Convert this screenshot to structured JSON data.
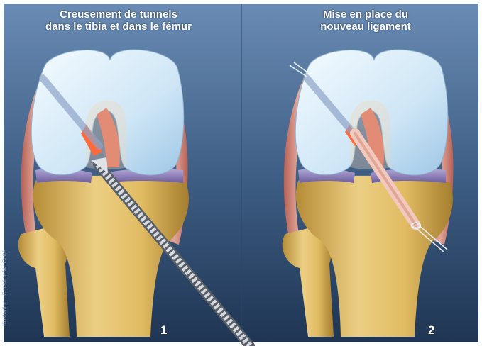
{
  "panels": [
    {
      "caption_line1": "Creusement de tunnels",
      "caption_line2": "dans le tibia et dans le fémur",
      "number": "1"
    },
    {
      "caption_line1": "Mise en place du",
      "caption_line2": "nouveau ligament",
      "number": "2"
    }
  ],
  "credit": "Illustration : Christine W. Cotté",
  "colors": {
    "background_top": "#5b7da6",
    "background_bottom": "#1f3553",
    "femur_cartilage": "#d9ecf8",
    "meniscus": "#8c7fb8",
    "tibia_bone": "#d8b564",
    "ligament": "#e89a86",
    "drill": "#c9cdd4"
  }
}
